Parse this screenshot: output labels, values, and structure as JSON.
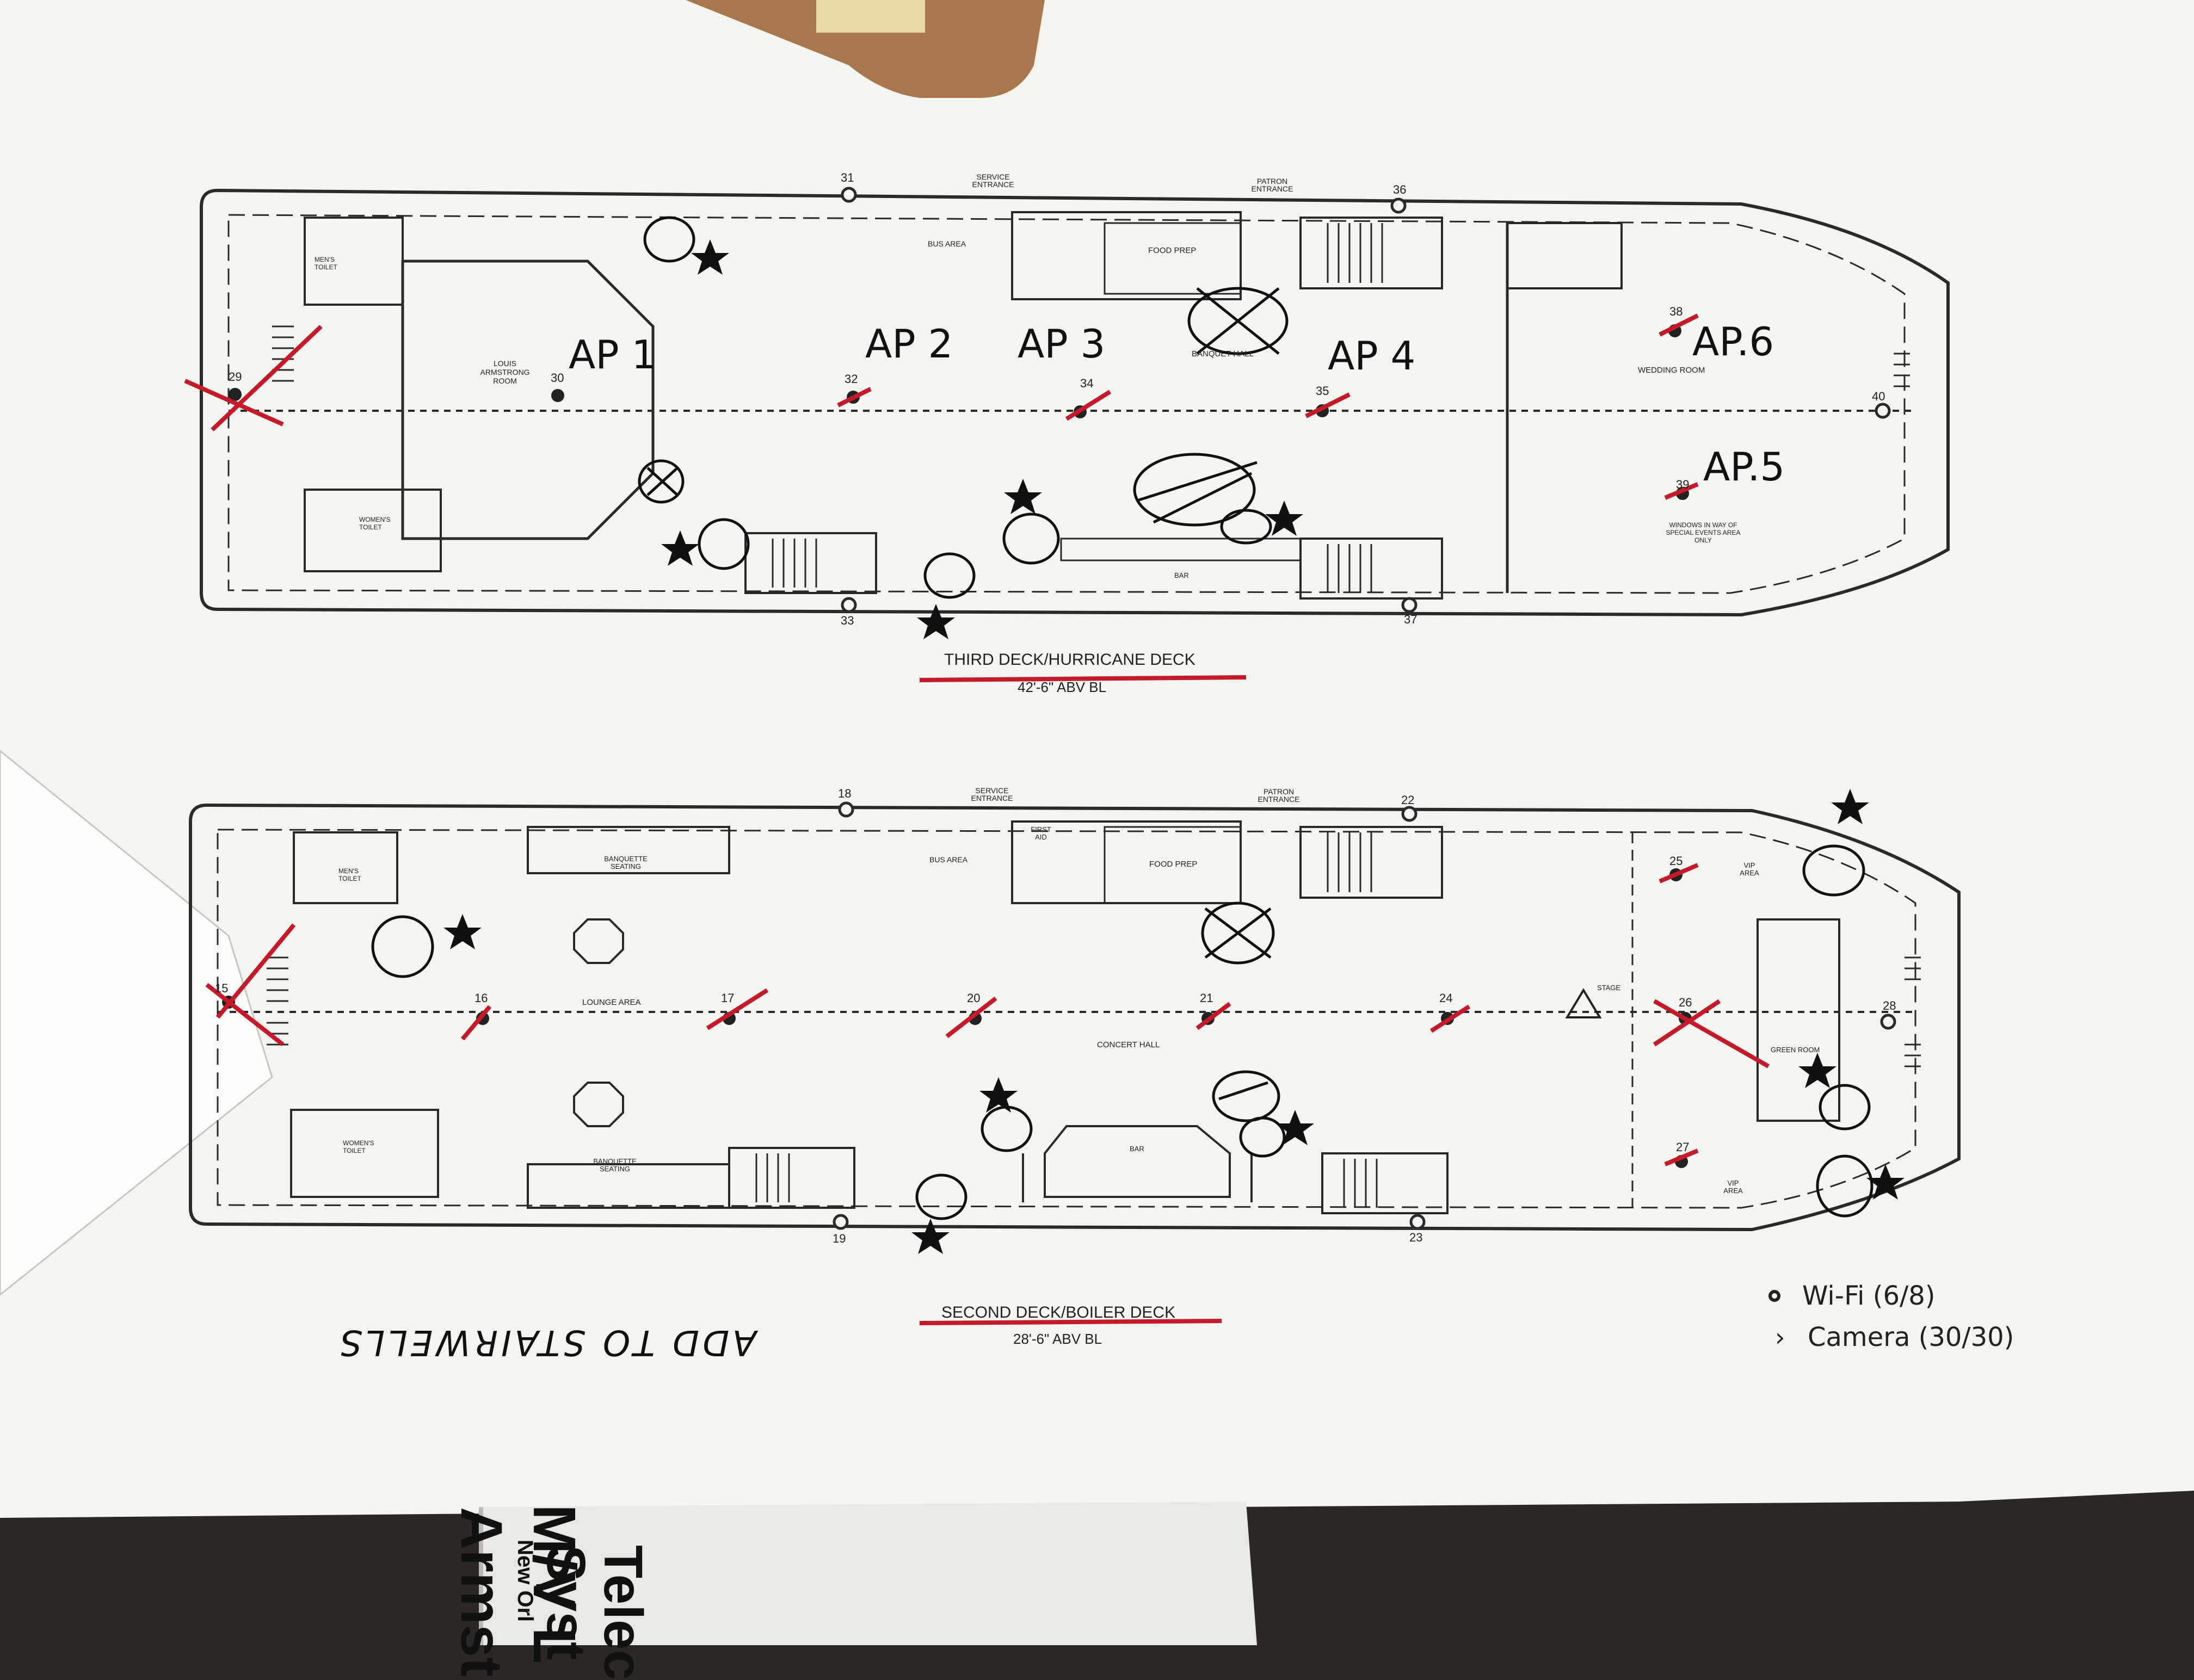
{
  "third_deck": {
    "title": "THIRD DECK/HURRICANE DECK",
    "height": "42'-6\" ABV BL",
    "service_entrance": "SERVICE ENTRANCE",
    "patron_entrance": "PATRON ENTRANCE",
    "rooms": {
      "louis": "LOUIS ARMSTRONG ROOM",
      "banquet": "BANQUET HALL",
      "wedding": "WEDDING ROOM",
      "food_prep": "FOOD PREP",
      "bus_area": "BUS AREA",
      "mens": "MEN'S TOILET",
      "womens": "WOMEN'S TOILET",
      "windows": "WINDOWS IN WAY OF SPECIAL EVENTS AREA ONLY",
      "bar": "BAR"
    },
    "ap_labels": [
      "AP 1",
      "AP 2",
      "AP 3",
      "AP 4",
      "AP.5",
      "AP.6"
    ],
    "point_numbers": [
      "29",
      "30",
      "32",
      "34",
      "35",
      "38",
      "39",
      "40",
      "31",
      "33",
      "36",
      "37"
    ]
  },
  "second_deck": {
    "title": "SECOND DECK/BOILER DECK",
    "height": "28'-6\" ABV BL",
    "service_entrance": "SERVICE ENTRANCE",
    "patron_entrance": "PATRON ENTRANCE",
    "rooms": {
      "lounge": "LOUNGE AREA",
      "concert": "CONCERT HALL",
      "stage": "STAGE",
      "green_room": "GREEN ROOM",
      "vip": "VIP AREA",
      "food_prep": "FOOD PREP",
      "bus_area": "BUS AREA",
      "first_aid": "FIRST AID",
      "mens": "MEN'S TOILET",
      "womens": "WOMEN'S TOILET",
      "banquette": "BANQUETTE SEATING",
      "bar": "BAR"
    },
    "point_numbers": [
      "15",
      "16",
      "17",
      "20",
      "21",
      "24",
      "26",
      "25",
      "27",
      "28",
      "18",
      "19",
      "22",
      "23"
    ]
  },
  "legend": {
    "wifi": "Wi-Fi (6/8)",
    "camera": "Camera (30/30)"
  },
  "handwriting": {
    "note": "ADD TO STAIRWELLS"
  },
  "document_below": {
    "line1": "M/V L",
    "line2": "Armst",
    "line3": "Telec",
    "line4": "Syst",
    "side": "New Orl"
  },
  "colors": {
    "paper": "#f4f4f1",
    "ink": "#222222",
    "red_marker": "#c41a2a",
    "clipboard": "#a9784e"
  }
}
